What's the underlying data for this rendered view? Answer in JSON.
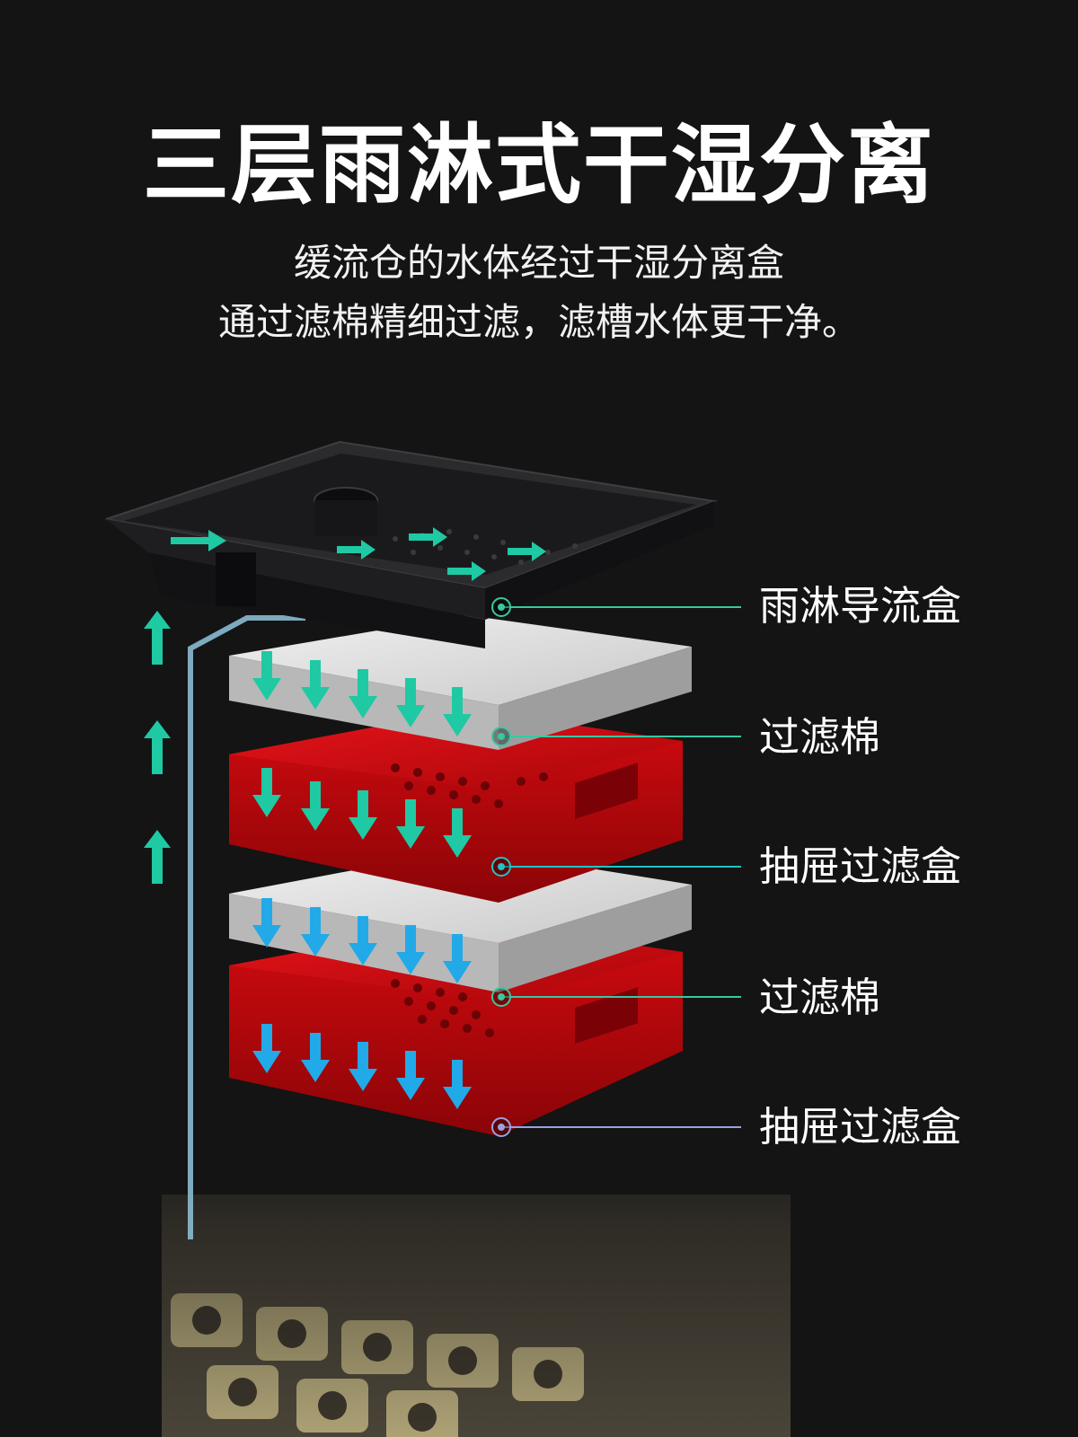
{
  "title": "三层雨淋式干湿分离",
  "subtitle_lines": [
    "缓流仓的水体经过干湿分离盒",
    "通过滤棉精细过滤，滤槽水体更干净。"
  ],
  "layers": [
    {
      "label": "雨淋导流盒",
      "color": "#36c9a0"
    },
    {
      "label": "过滤棉",
      "color": "#36c9a0"
    },
    {
      "label": "抽屉过滤盒",
      "color": "#22c4c4"
    },
    {
      "label": "过滤棉",
      "color": "#36c9a0"
    },
    {
      "label": "抽屉过滤盒",
      "color": "#9aa3e0"
    }
  ],
  "colors": {
    "background": "#141414",
    "tray": "#1c1c1e",
    "filter_cotton": "#dcdcdc",
    "drawer_box": "#c4090c",
    "flow_up_arrow": "#1fc9a3",
    "flow_down_arrow": "#22a9e8",
    "pipe": "#8fc4dc"
  }
}
